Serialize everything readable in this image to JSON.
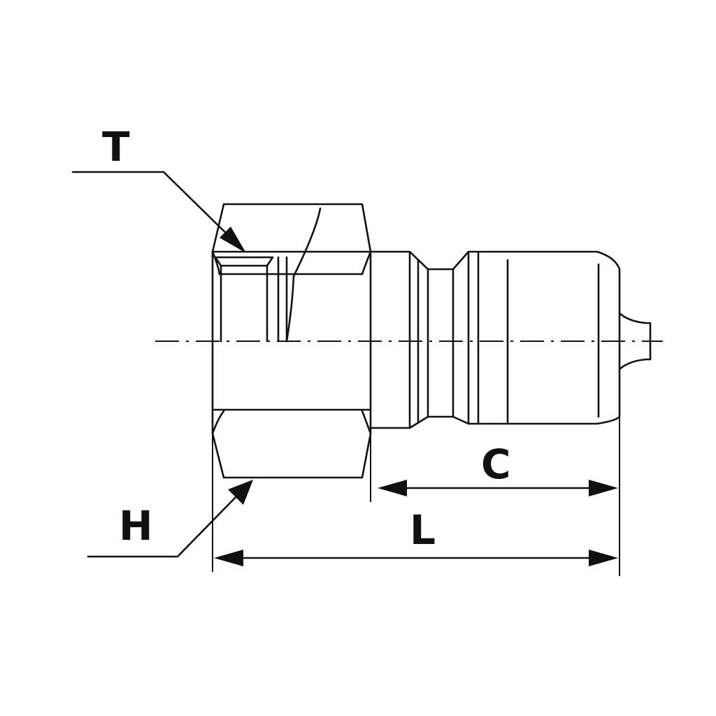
{
  "labels": {
    "thread": "T",
    "hex": "H",
    "coupling_length": "C",
    "overall_length": "L"
  }
}
